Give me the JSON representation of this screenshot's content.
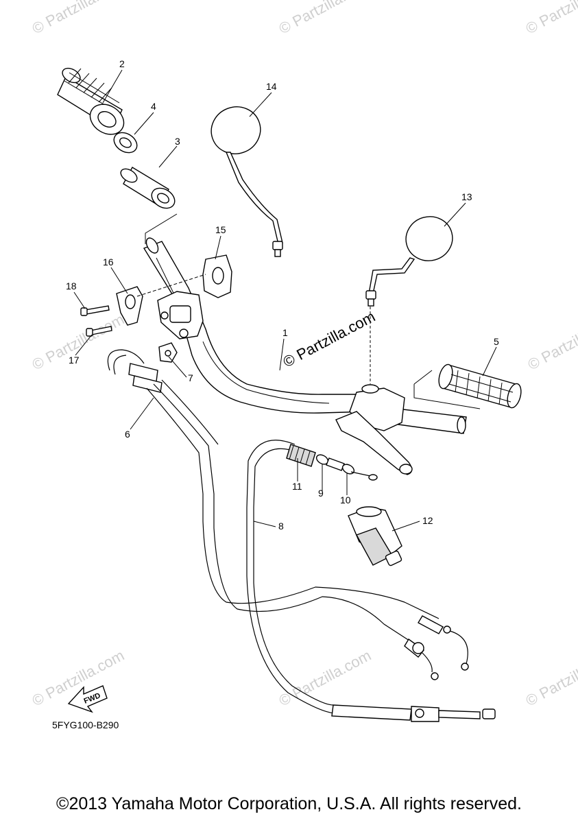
{
  "diagram": {
    "part_numbers": [
      "1",
      "2",
      "3",
      "4",
      "5",
      "6",
      "7",
      "8",
      "9",
      "10",
      "11",
      "12",
      "13",
      "14",
      "15",
      "16",
      "17",
      "18"
    ],
    "watermark_text": "© Partzilla.com",
    "diagram_code": "5FYG100-B290",
    "fwd_label": "FWD",
    "copyright": "©2013 Yamaha Motor Corporation, U.S.A. All rights reserved."
  }
}
